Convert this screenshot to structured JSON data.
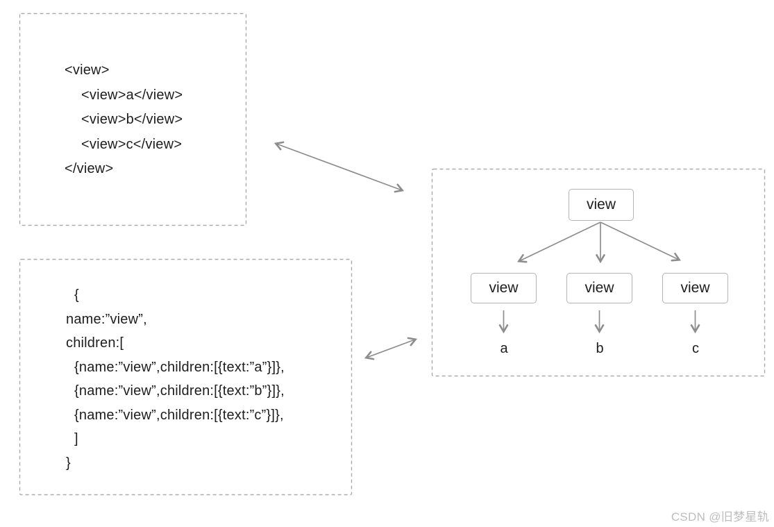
{
  "xml_panel": {
    "lines": [
      "<view>",
      "<view>a</view>",
      "<view>b</view>",
      "<view>c</view>",
      "</view>"
    ]
  },
  "json_panel": {
    "lines": [
      "{",
      "name:”view”,",
      "children:[",
      "{name:”view”,children:[{text:”a”}]},",
      "{name:”view”,children:[{text:”b”}]},",
      "{name:”view”,children:[{text:”c”}]},",
      "]",
      "}"
    ]
  },
  "tree_panel": {
    "root_label": "view",
    "children": [
      {
        "node_label": "view",
        "leaf_label": "a"
      },
      {
        "node_label": "view",
        "leaf_label": "b"
      },
      {
        "node_label": "view",
        "leaf_label": "c"
      }
    ]
  },
  "watermark": {
    "text": "CSDN @旧梦星轨"
  },
  "colors": {
    "arrow": "#8d8d8d",
    "dashed_border": "#aaaaaa",
    "node_border": "#b3b3b3",
    "text": "#1d1d1d",
    "watermark": "#bdbdbd"
  }
}
